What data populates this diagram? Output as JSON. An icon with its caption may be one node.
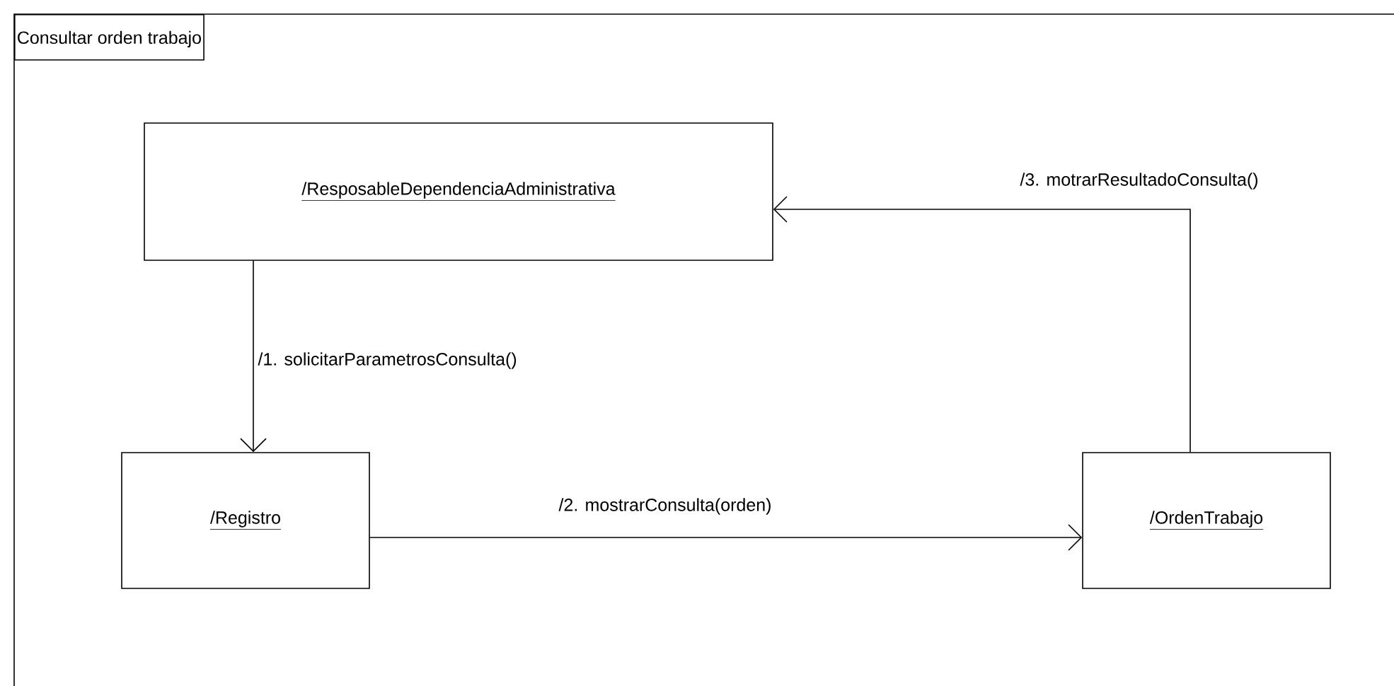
{
  "diagram": {
    "nodes": [
      {
        "text": [
          "Consultar orden trabajo"
        ]
      },
      {
        "text": [
          "/ResposableDependenciaAdministrativa"
        ],
        "in": 0
      },
      {
        "text": [
          "/Registro"
        ],
        "in": 0
      },
      {
        "text": [
          "/OrdenTrabajo"
        ],
        "in": 0
      }
    ],
    "edges": [
      {
        "from": 1,
        "to": 2,
        "arrow": "to",
        "label": "/1. solicitarParametrosConsulta()"
      },
      {
        "from": 2,
        "to": 3,
        "arrow": "to",
        "label": "/2. mostrarConsulta(orden)"
      },
      {
        "from": 3,
        "to": 1,
        "arrow": "to",
        "label": "/3. motrarResultadoConsulta()"
      }
    ]
  }
}
